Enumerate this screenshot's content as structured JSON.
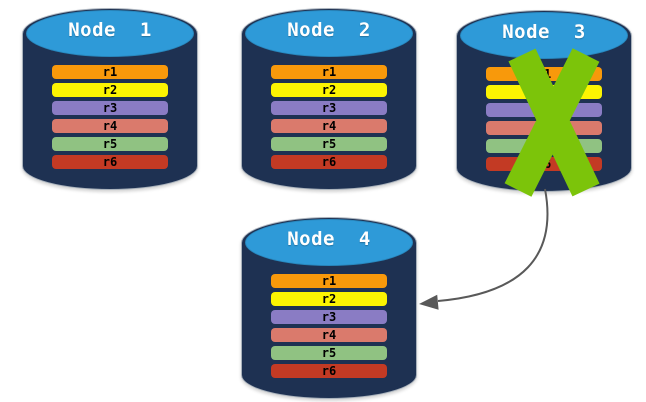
{
  "nodes": [
    {
      "title": "Node  1",
      "records": [
        {
          "label": "r1",
          "color": "#F8990B"
        },
        {
          "label": "r2",
          "color": "#FCF402"
        },
        {
          "label": "r3",
          "color": "#8A7CC4"
        },
        {
          "label": "r4",
          "color": "#DA7A6C"
        },
        {
          "label": "r5",
          "color": "#90C282"
        },
        {
          "label": "r6",
          "color": "#C33A24"
        }
      ]
    },
    {
      "title": "Node  2",
      "records": [
        {
          "label": "r1",
          "color": "#F8990B"
        },
        {
          "label": "r2",
          "color": "#FCF402"
        },
        {
          "label": "r3",
          "color": "#8A7CC4"
        },
        {
          "label": "r4",
          "color": "#DA7A6C"
        },
        {
          "label": "r5",
          "color": "#90C282"
        },
        {
          "label": "r6",
          "color": "#C33A24"
        }
      ]
    },
    {
      "title": "Node  3",
      "records": [
        {
          "label": "r1",
          "color": "#F8990B"
        },
        {
          "label": "r2",
          "color": "#FCF402"
        },
        {
          "label": "r3",
          "color": "#8A7CC4"
        },
        {
          "label": "r4",
          "color": "#DA7A6C"
        },
        {
          "label": "r5",
          "color": "#90C282"
        },
        {
          "label": "r6",
          "color": "#C33A24"
        }
      ]
    },
    {
      "title": "Node  4",
      "records": [
        {
          "label": "r1",
          "color": "#F8990B"
        },
        {
          "label": "r2",
          "color": "#FCF402"
        },
        {
          "label": "r3",
          "color": "#8A7CC4"
        },
        {
          "label": "r4",
          "color": "#DA7A6C"
        },
        {
          "label": "r5",
          "color": "#90C282"
        },
        {
          "label": "r6",
          "color": "#C33A24"
        }
      ]
    }
  ],
  "colors": {
    "cylinder_body": "#1E3152",
    "cylinder_top": "#2E9AD8",
    "cylinder_edge": "#A9B2BC",
    "title_text": "#FFFFFF",
    "record_text": "#000000",
    "failure_x": "#7CC40A",
    "arrow": "#595959",
    "background": "#FFFFFF"
  },
  "annotations": {
    "x_mark_on": "Node  3",
    "arrow_from": "Node  3",
    "arrow_to": "Node  4"
  }
}
